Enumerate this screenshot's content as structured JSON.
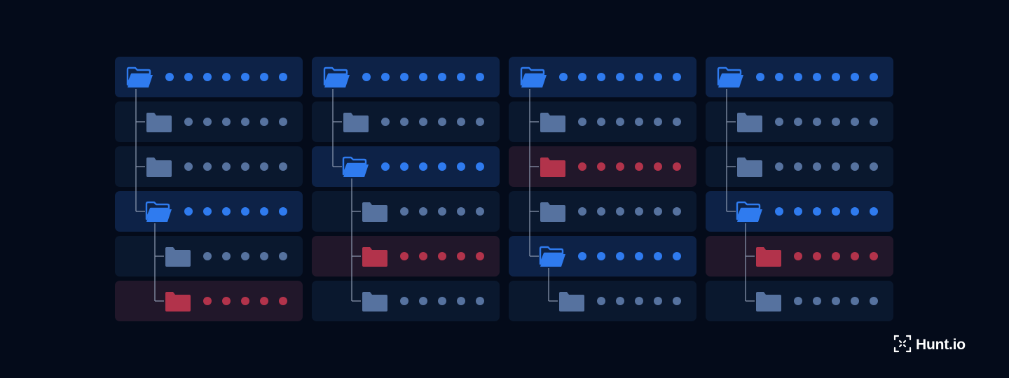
{
  "colors": {
    "background": "#040b1a",
    "open_folder": "#2f7bef",
    "closed_folder": "#56729f",
    "alert_folder": "#b2334b",
    "row_default": "#0a182e",
    "row_open": "#0d2247",
    "row_alert": "#21172a"
  },
  "logo": {
    "text": "Hunt.io",
    "icon": "hunt-logo-icon"
  },
  "trees": [
    {
      "rows": [
        {
          "type": "open",
          "depth": 0
        },
        {
          "type": "closed",
          "depth": 1
        },
        {
          "type": "closed",
          "depth": 1
        },
        {
          "type": "open",
          "depth": 1
        },
        {
          "type": "closed",
          "depth": 2
        },
        {
          "type": "alert",
          "depth": 2
        }
      ]
    },
    {
      "rows": [
        {
          "type": "open",
          "depth": 0
        },
        {
          "type": "closed",
          "depth": 1
        },
        {
          "type": "open",
          "depth": 1
        },
        {
          "type": "closed",
          "depth": 2
        },
        {
          "type": "alert",
          "depth": 2
        },
        {
          "type": "closed",
          "depth": 2
        }
      ]
    },
    {
      "rows": [
        {
          "type": "open",
          "depth": 0
        },
        {
          "type": "closed",
          "depth": 1
        },
        {
          "type": "alert",
          "depth": 1
        },
        {
          "type": "closed",
          "depth": 1
        },
        {
          "type": "open",
          "depth": 1
        },
        {
          "type": "closed",
          "depth": 2
        }
      ]
    },
    {
      "rows": [
        {
          "type": "open",
          "depth": 0
        },
        {
          "type": "closed",
          "depth": 1
        },
        {
          "type": "closed",
          "depth": 1
        },
        {
          "type": "open",
          "depth": 1
        },
        {
          "type": "alert",
          "depth": 2
        },
        {
          "type": "closed",
          "depth": 2
        }
      ]
    }
  ]
}
